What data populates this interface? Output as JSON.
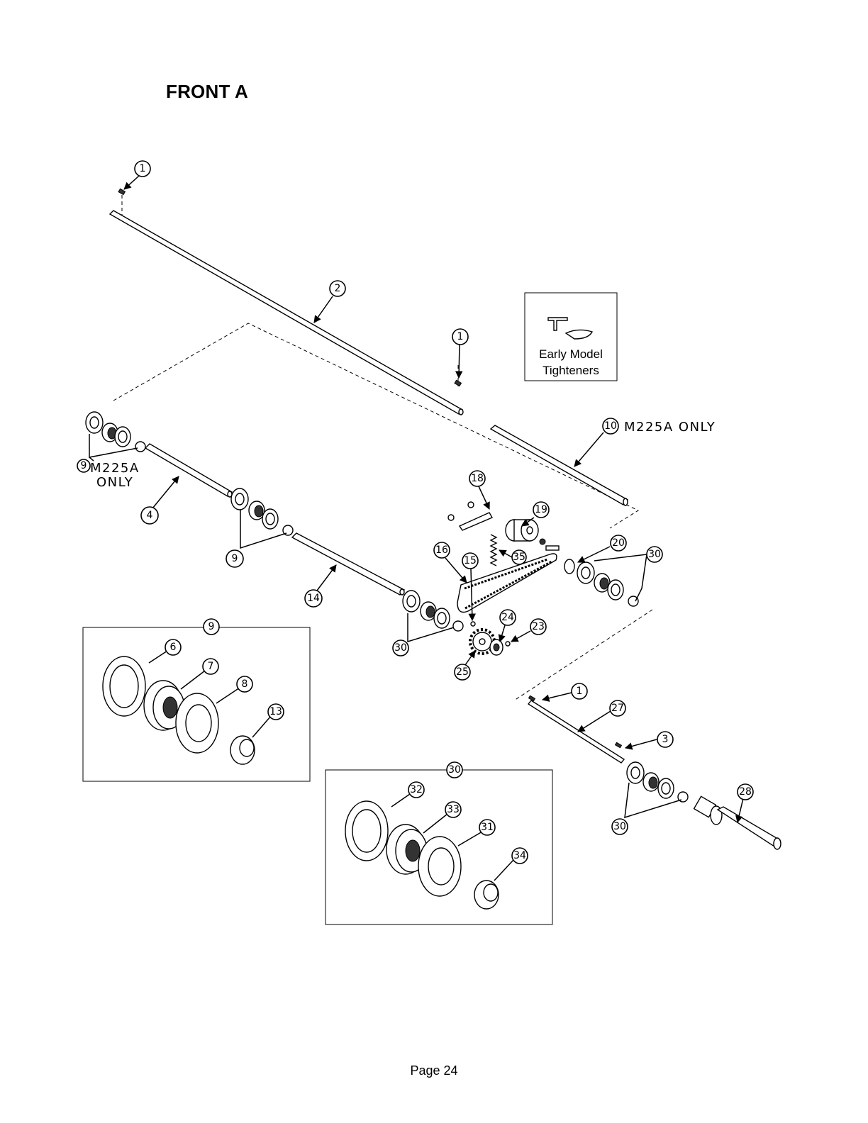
{
  "title": "FRONT A",
  "page_label": "Page 24",
  "inset_early_model": {
    "line1": "Early Model",
    "line2": "Tighteners"
  },
  "notes": {
    "part10_note": "M225A ONLY",
    "part9_note_line1": "M225A",
    "part9_note_line2": "ONLY"
  },
  "detail_boxes": {
    "box9_ref": "9",
    "box30_ref": "30"
  },
  "callouts": [
    "1",
    "2",
    "1",
    "10",
    "9",
    "4",
    "9",
    "14",
    "18",
    "19",
    "35",
    "16",
    "15",
    "20",
    "30",
    "24",
    "23",
    "30",
    "25",
    "1",
    "27",
    "3",
    "28",
    "30",
    "6",
    "7",
    "8",
    "13",
    "32",
    "33",
    "31",
    "34"
  ]
}
